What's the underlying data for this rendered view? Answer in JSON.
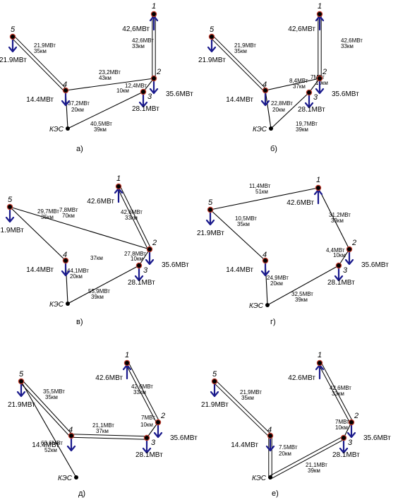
{
  "panels": [
    {
      "caption": "а)",
      "node_loads": {
        "1": "42,6МВт",
        "2": "35.6МВт",
        "3": "28.1МВт",
        "4": "14.4МВт",
        "5": "21.9МВт"
      },
      "edges": [
        {
          "id": "5-4",
          "power": "21,9МВт",
          "length": "35км"
        },
        {
          "id": "4-2",
          "power": "23,2МВт",
          "length": "43км"
        },
        {
          "id": "1-2",
          "power": "42,6МВт",
          "length": "33км"
        },
        {
          "id": "2-3",
          "power": "12,4МВт",
          "length": "10км"
        },
        {
          "id": "4-K",
          "power": "37,2МВт",
          "length": "20км"
        },
        {
          "id": "K-3",
          "power": "40,5МВт",
          "length": "39км"
        }
      ]
    },
    {
      "caption": "б)",
      "node_loads": {
        "1": "42,6МВт",
        "2": "35.6МВт",
        "3": "28.1МВт",
        "4": "14.4МВт",
        "5": "21.9МВт"
      },
      "edges": [
        {
          "id": "5-4",
          "power": "21,9МВт",
          "length": "35км"
        },
        {
          "id": "4-2",
          "power": "8,4МВт",
          "length": "37км"
        },
        {
          "id": "1-2",
          "power": "42,6МВт",
          "length": "33км"
        },
        {
          "id": "2-3",
          "power": "7МВт",
          "length": "10км"
        },
        {
          "id": "4-K",
          "power": "22,8МВт",
          "length": "20км"
        },
        {
          "id": "K-3",
          "power": "19,7МВт",
          "length": "39км"
        }
      ]
    },
    {
      "caption": "в)",
      "node_loads": {
        "1": "42.6МВт",
        "2": "35.6МВт",
        "3": "28.1МВт",
        "4": "14.4МВт",
        "5": "21.9МВт"
      },
      "edges": [
        {
          "id": "5-2",
          "power": "7,8МВт",
          "length": "70км"
        },
        {
          "id": "5-4",
          "power": "29,7МВт",
          "length": "35км"
        },
        {
          "id": "1-2",
          "power": "42,6МВт",
          "length": "33км"
        },
        {
          "id": "2-3",
          "power": "27,8МВт",
          "length": "10км"
        },
        {
          "id": "4-K",
          "power": "44,1МВт",
          "length": "20км"
        },
        {
          "id": "K-3",
          "power": "55,9МВт",
          "length": "39км"
        }
      ],
      "free_labels": [
        {
          "text": "37км"
        }
      ]
    },
    {
      "caption": "г)",
      "node_loads": {
        "1": "42.6МВт",
        "2": "35.6МВт",
        "3": "28.1МВт",
        "4": "14.4МВт",
        "5": "21.9МВт"
      },
      "edges": [
        {
          "id": "5-1",
          "power": "11,4МВт",
          "length": "51км"
        },
        {
          "id": "5-4",
          "power": "10,5МВт",
          "length": "35км"
        },
        {
          "id": "1-2",
          "power": "31,2МВт",
          "length": "33км"
        },
        {
          "id": "2-3",
          "power": "4,4МВт",
          "length": "10км"
        },
        {
          "id": "4-K",
          "power": "24,9МВт",
          "length": "20км"
        },
        {
          "id": "K-3",
          "power": "32,5МВт",
          "length": "39км"
        }
      ]
    },
    {
      "caption": "д)",
      "node_loads": {
        "1": "42.6МВт",
        "2": "35.6МВт",
        "3": "28.1МВт",
        "4": "14.4МВт",
        "5": "21.9МВт"
      },
      "edges": [
        {
          "id": "5-4",
          "power": "35,5МВт",
          "length": "35км"
        },
        {
          "id": "4-3",
          "power": "21,1МВт",
          "length": "37км"
        },
        {
          "id": "1-2",
          "power": "42,6МВт",
          "length": "33км"
        },
        {
          "id": "2-3",
          "power": "7МВт",
          "length": "10км"
        },
        {
          "id": "5-K",
          "power": "63,6МВт",
          "length": "52км"
        }
      ]
    },
    {
      "caption": "е)",
      "node_loads": {
        "1": "42.6МВт",
        "2": "35.6МВт",
        "3": "28.1МВт",
        "4": "14.4МВт",
        "5": "21.9МВт"
      },
      "edges": [
        {
          "id": "5-4",
          "power": "21,9МВт",
          "length": "35км"
        },
        {
          "id": "1-2",
          "power": "42,6МВт",
          "length": "33км"
        },
        {
          "id": "2-3",
          "power": "7МВт",
          "length": "10км"
        },
        {
          "id": "4-K",
          "power": "7.5МВт",
          "length": "20км"
        },
        {
          "id": "K-3",
          "power": "21,1МВт",
          "length": "39км"
        }
      ]
    }
  ],
  "source_label": "КЭС",
  "node_numbers": [
    "1",
    "2",
    "3",
    "4",
    "5"
  ],
  "colors": {
    "load_arrow": "#1a1a8c",
    "node_fill": "#000000",
    "node_ring": "#c0392b",
    "line": "#000000"
  },
  "icons": {
    "load": "down-arrow-icon",
    "node": "bus-node-icon"
  }
}
